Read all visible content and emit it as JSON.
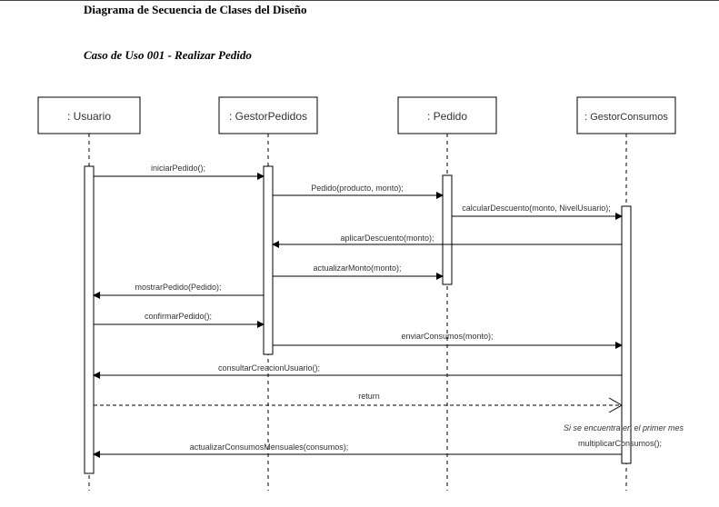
{
  "document": {
    "title": "Diagrama de Secuencia de Clases del Diseño",
    "subtitle": "Caso de Uso 001 - Realizar Pedido"
  },
  "lifelines": [
    {
      "id": "usuario",
      "label": ": Usuario"
    },
    {
      "id": "gestorpedidos",
      "label": ": GestorPedidos"
    },
    {
      "id": "pedido",
      "label": ": Pedido"
    },
    {
      "id": "gestorconsumos",
      "label": ": GestorConsumos"
    }
  ],
  "messages": [
    {
      "id": "iniciar-pedido",
      "label": "iniciarPedido();",
      "from": "usuario",
      "to": "gestorpedidos",
      "kind": "sync"
    },
    {
      "id": "pedido-ctor",
      "label": "Pedido(producto, monto);",
      "from": "gestorpedidos",
      "to": "pedido",
      "kind": "sync"
    },
    {
      "id": "calcular-descuento",
      "label": "calcularDescuento(monto, NivelUsuario);",
      "from": "pedido",
      "to": "gestorconsumos",
      "kind": "sync"
    },
    {
      "id": "aplicar-descuento",
      "label": "aplicarDescuento(monto);",
      "from": "gestorconsumos",
      "to": "gestorpedidos",
      "kind": "sync"
    },
    {
      "id": "actualizar-monto",
      "label": "actualizarMonto(monto);",
      "from": "gestorpedidos",
      "to": "pedido",
      "kind": "sync"
    },
    {
      "id": "mostrar-pedido",
      "label": "mostrarPedido(Pedido);",
      "from": "gestorpedidos",
      "to": "usuario",
      "kind": "sync"
    },
    {
      "id": "confirmar-pedido",
      "label": "confirmarPedido();",
      "from": "usuario",
      "to": "gestorpedidos",
      "kind": "sync"
    },
    {
      "id": "enviar-consumos",
      "label": "enviarConsumos(monto);",
      "from": "gestorpedidos",
      "to": "gestorconsumos",
      "kind": "sync"
    },
    {
      "id": "consultar-creacion",
      "label": "consultarCreacionUsuario();",
      "from": "gestorconsumos",
      "to": "usuario",
      "kind": "sync"
    },
    {
      "id": "return",
      "label": "return",
      "from": "usuario",
      "to": "gestorconsumos",
      "kind": "return"
    },
    {
      "id": "actualizar-consumos",
      "label": "actualizarConsumosMensuales(consumos);",
      "from": "gestorconsumos",
      "to": "usuario",
      "kind": "sync"
    }
  ],
  "notes": {
    "condition": "Si se encuentra en el primer mes",
    "self_call": "multiplicarConsumos();"
  }
}
